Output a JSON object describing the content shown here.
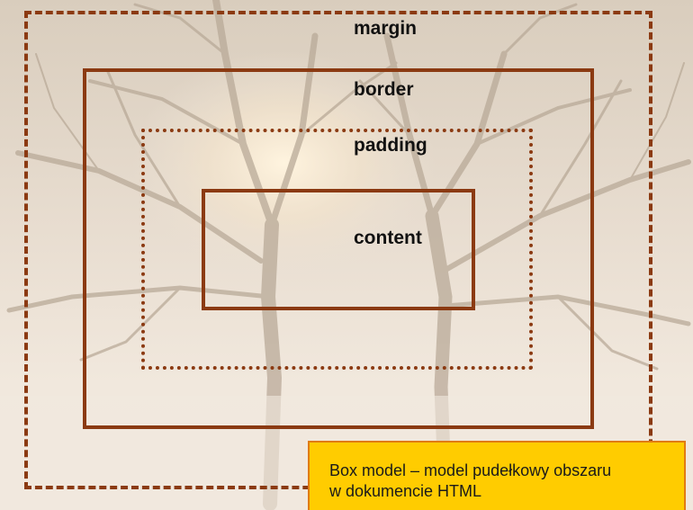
{
  "diagram": {
    "layers": {
      "margin": "margin",
      "border": "border",
      "padding": "padding",
      "content": "content"
    },
    "caption": {
      "line1": "Box model – model pudełkowy obszaru",
      "line2": "w dokumencie HTML"
    },
    "colors": {
      "outline": "#8b3a12",
      "caption_background": "#ffcc00",
      "caption_border": "#e07b14",
      "background_tint": "#ede3d6"
    },
    "background_image": "misty-tree-photo"
  }
}
